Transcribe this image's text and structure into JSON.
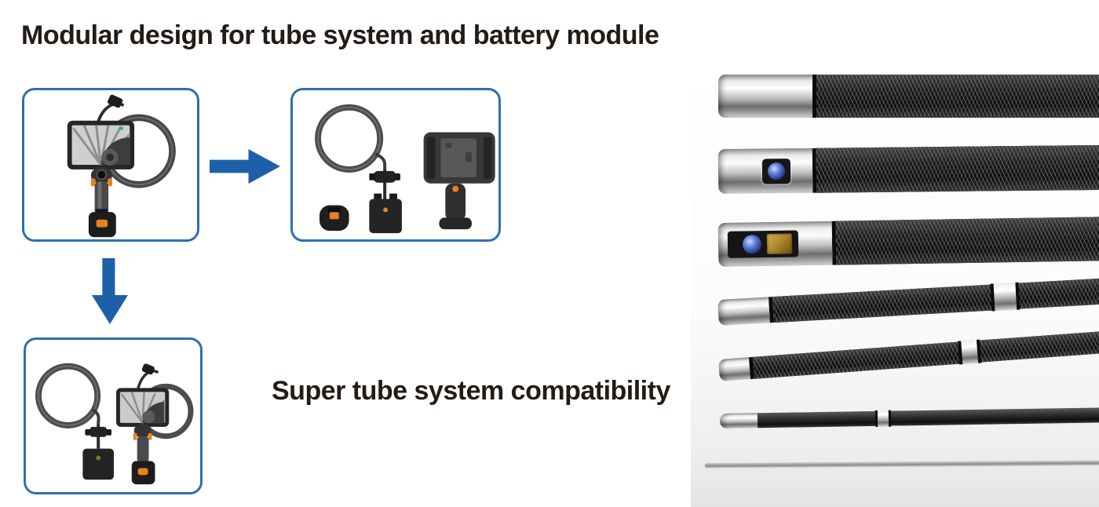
{
  "headings": {
    "main": "Modular design for tube system and battery module",
    "sub": "Super tube system compatibility"
  },
  "colors": {
    "heading_text": "#241a16",
    "arrow_blue": "#1d60a8",
    "box_border_blue": "#2f6fae",
    "braid_black": "#141414",
    "chrome_silver": "#c9c9c9",
    "lens_blue": "#5d7fd6",
    "prism_gold": "#b08a2e",
    "accent_orange": "#e8821f",
    "background": "#ffffff"
  },
  "icons": {
    "right_arrow": "right-arrow-icon",
    "down_arrow": "down-arrow-icon"
  },
  "figures": [
    {
      "name": "assembled-endoscope",
      "label": "handheld endoscope with monitor, coiled probe and battery module"
    },
    {
      "name": "disassembled-endoscope-modules",
      "label": "coiled tube module, battery modules and handheld base unit"
    },
    {
      "name": "tube-module-swap",
      "label": "detached coiled tube module with battery beside assembled endoscope"
    }
  ],
  "tubes": [
    {
      "name": "tube-plain-chrome-tip"
    },
    {
      "name": "tube-side-view-camera-tip"
    },
    {
      "name": "tube-forward-camera-prism-tip"
    },
    {
      "name": "tube-medium-with-coupler"
    },
    {
      "name": "tube-small-with-coupler"
    },
    {
      "name": "tube-slim-smooth-with-coupler"
    },
    {
      "name": "tube-micro-wire-probe"
    }
  ]
}
